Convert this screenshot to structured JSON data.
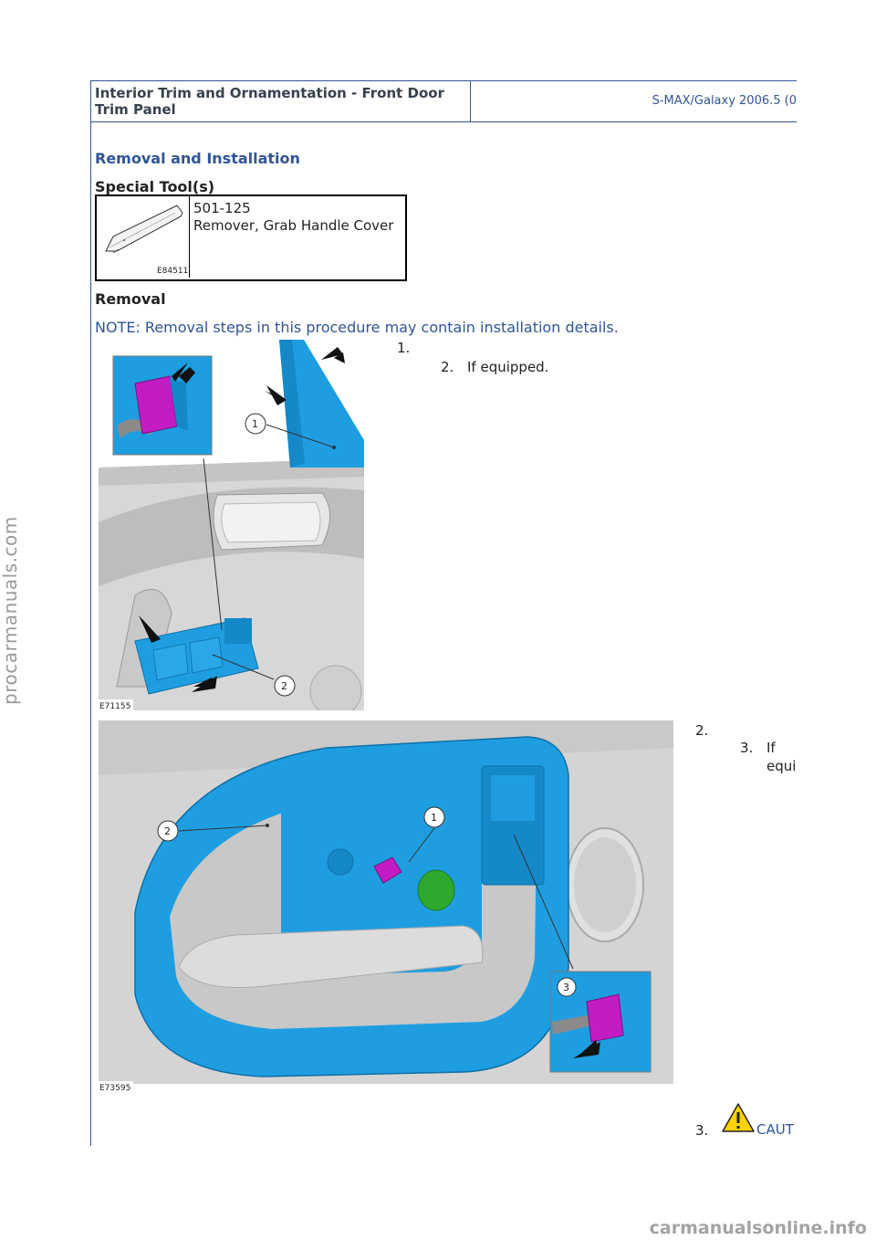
{
  "header": {
    "title": "Interior Trim and Ornamentation - Front Door Trim Panel",
    "model": "S-MAX/Galaxy 2006.5 (0"
  },
  "sections": {
    "main_title": "Removal and Installation",
    "special_tools": "Special Tool(s)",
    "removal": "Removal"
  },
  "tool": {
    "code": "501-125",
    "name": "Remover, Grab Handle Cover",
    "image_label": "E84511"
  },
  "note": "NOTE: Removal steps in this procedure may contain installation details.",
  "steps": [
    {
      "number": "1.",
      "sub_number": "2.",
      "sub_text": "If equipped."
    },
    {
      "number": "2.",
      "sub_number": "3.",
      "sub_text_line1": "If",
      "sub_text_line2": "equi"
    },
    {
      "number": "3.",
      "caution": "CAUT"
    }
  ],
  "figures": {
    "fig1": {
      "label": "E71155",
      "callouts": [
        "1",
        "2"
      ]
    },
    "fig2": {
      "label": "E73595",
      "callouts": [
        "1",
        "2",
        "3"
      ]
    }
  },
  "watermarks": {
    "side": "procarmanuals.com",
    "bottom": "carmanualsonline.info"
  },
  "colors": {
    "accent": "#2f5597",
    "part_highlight": "#1e9ee0",
    "clip_magenta": "#c41cc4",
    "clip_green": "#2ea82e"
  }
}
